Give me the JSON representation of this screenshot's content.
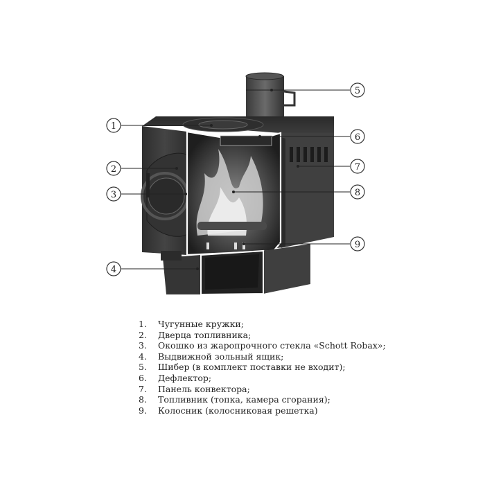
{
  "callouts": [
    "1",
    "2",
    "3",
    "4",
    "5",
    "6",
    "7",
    "8",
    "9"
  ],
  "legend": [
    {
      "num": "1.",
      "text": "Чугунные кружки;"
    },
    {
      "num": "2.",
      "text": "Дверца топливника;"
    },
    {
      "num": "3.",
      "text": "Окошко из жаропрочного стекла «Schott Robax»;"
    },
    {
      "num": "4.",
      "text": "Выдвижной зольный ящик;"
    },
    {
      "num": "5.",
      "text": "Шибер (в комплект поставки не входит);"
    },
    {
      "num": "6.",
      "text": "Дефлектор;"
    },
    {
      "num": "7.",
      "text": "Панель конвектора;"
    },
    {
      "num": "8.",
      "text": "Топливник (топка, камера сгорания);"
    },
    {
      "num": "9.",
      "text": "Колосник (колосниковая решетка)"
    }
  ],
  "colors": {
    "stove_body": "#3a3a3a",
    "stove_side": "#4a4a4a",
    "firebox_outline": "#ffffff",
    "flame": "#d8d8d8"
  }
}
